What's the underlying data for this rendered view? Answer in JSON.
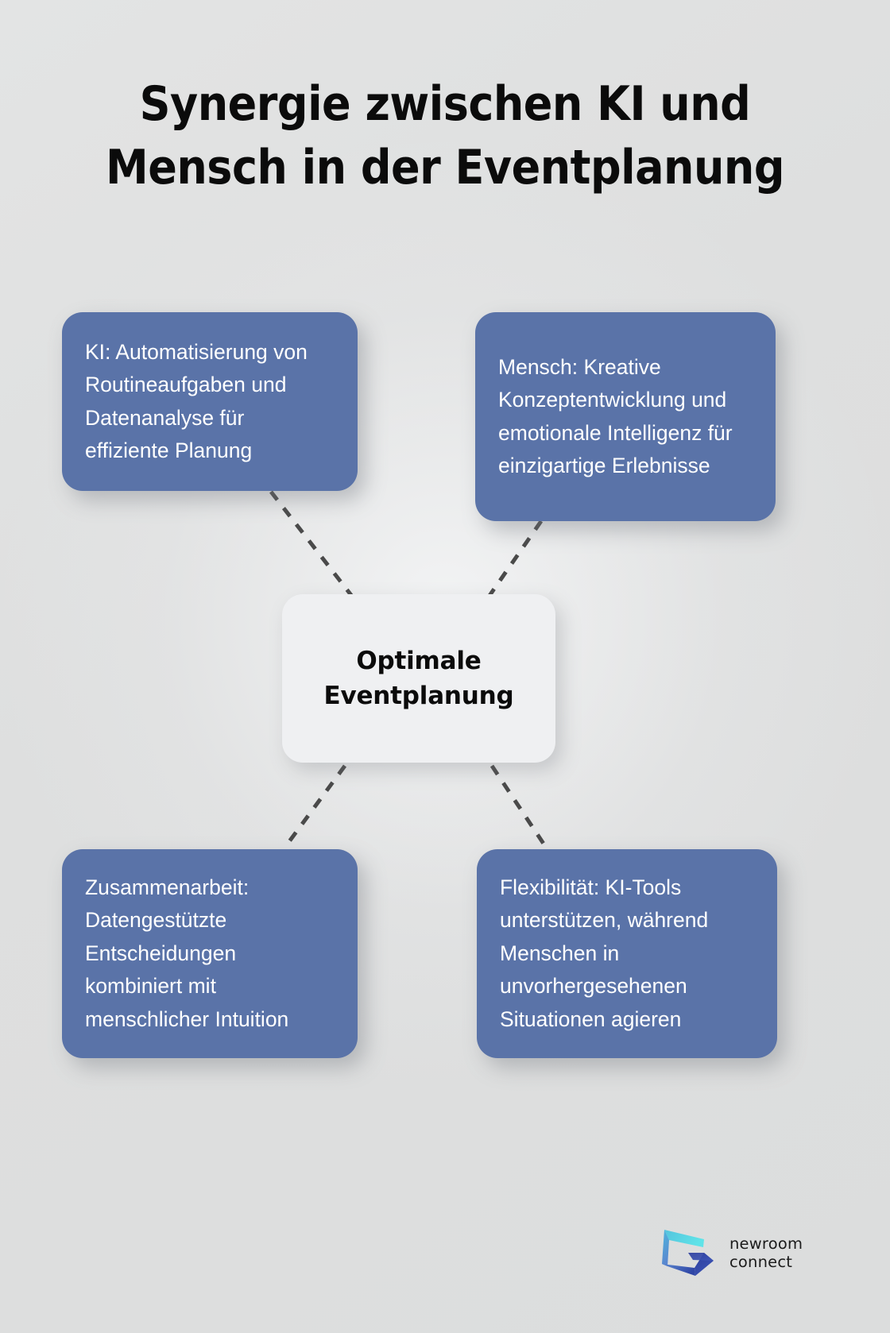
{
  "title": {
    "line1": "Synergie zwischen KI und",
    "line2": "Mensch in der Eventplanung",
    "full": "Synergie zwischen KI und Mensch in der Eventplanung"
  },
  "center": {
    "line1": "Optimale",
    "line2": "Eventplanung",
    "full": "Optimale Eventplanung"
  },
  "cards": [
    {
      "id": "ai",
      "position": "top-left",
      "text": "KI: Automatisierung von Routineaufgaben und Datenanalyse für effiziente Planung"
    },
    {
      "id": "human",
      "position": "top-right",
      "text": "Mensch: Kreative Konzeptentwicklung und emotionale Intelligenz für einzigartige Erlebnisse"
    },
    {
      "id": "collaboration",
      "position": "bottom-left",
      "text": "Zusammenarbeit: Datengestützte Entscheidungen kombiniert mit menschlicher Intuition"
    },
    {
      "id": "flexibility",
      "position": "bottom-right",
      "text": "Flexibilität: KI-Tools unterstützen, während Menschen in unvorhergesehenen Situationen agieren"
    }
  ],
  "logo": {
    "word_line1": "newroom",
    "word_line2": "connect"
  },
  "colors": {
    "background": "#e0e1e1",
    "card_blue": "#5a73a8",
    "center_card": "#eff0f2",
    "title_text": "#0b0b0b",
    "card_text": "#ffffff",
    "connector": "#4a4a4a",
    "logo_cyan": "#4fd8e4",
    "logo_blue": "#2f3f9e"
  }
}
